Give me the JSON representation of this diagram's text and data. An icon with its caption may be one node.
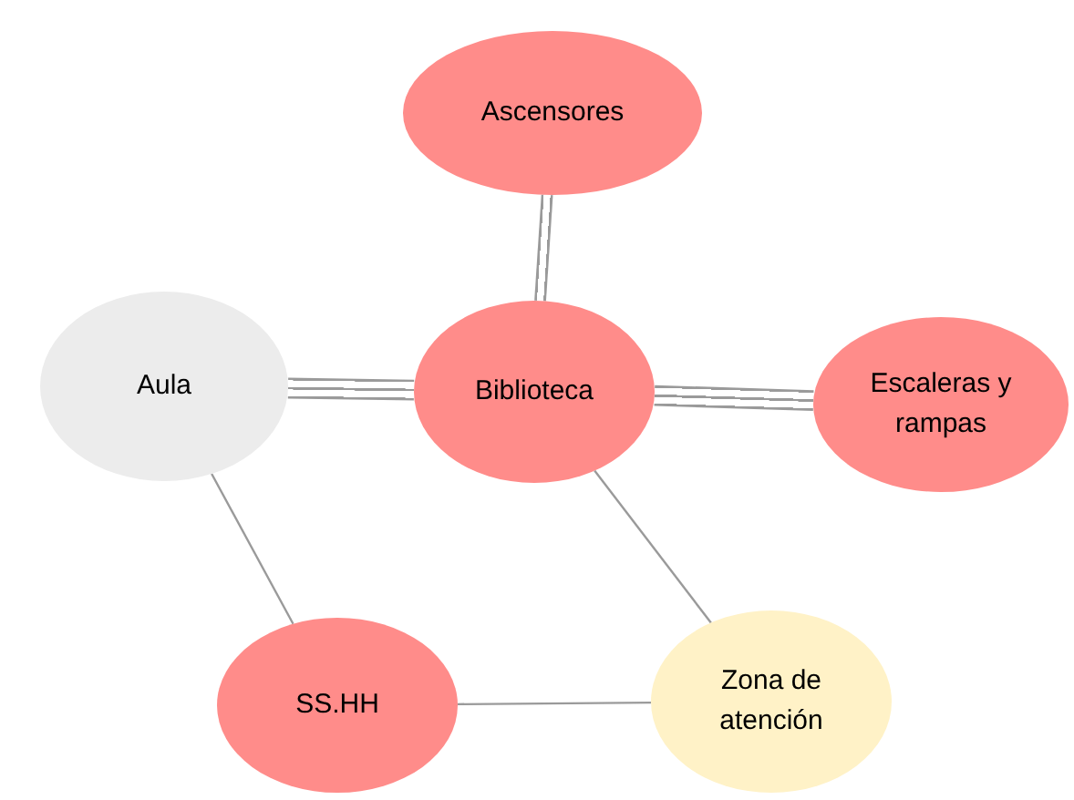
{
  "diagram": {
    "nodes": [
      {
        "text": [
          "Ascensores"
        ]
      },
      {
        "text": [
          "Aula"
        ]
      },
      {
        "text": [
          "Biblioteca"
        ]
      },
      {
        "text": [
          "Escaleras y rampas"
        ]
      },
      {
        "text": [
          "SS.HH"
        ]
      },
      {
        "text": [
          "Zona de atención"
        ]
      }
    ],
    "edges": [
      {
        "from": 0,
        "to": 2,
        "arrow": "none",
        "style": "thick"
      },
      {
        "from": 1,
        "to": 2,
        "arrow": "none",
        "style": "thick"
      },
      {
        "from": 2,
        "to": 3,
        "arrow": "none",
        "style": "thick"
      },
      {
        "from": 1,
        "to": 4,
        "arrow": "none"
      },
      {
        "from": 2,
        "to": 5,
        "arrow": "none"
      },
      {
        "from": 4,
        "to": 5,
        "arrow": "none"
      }
    ]
  }
}
